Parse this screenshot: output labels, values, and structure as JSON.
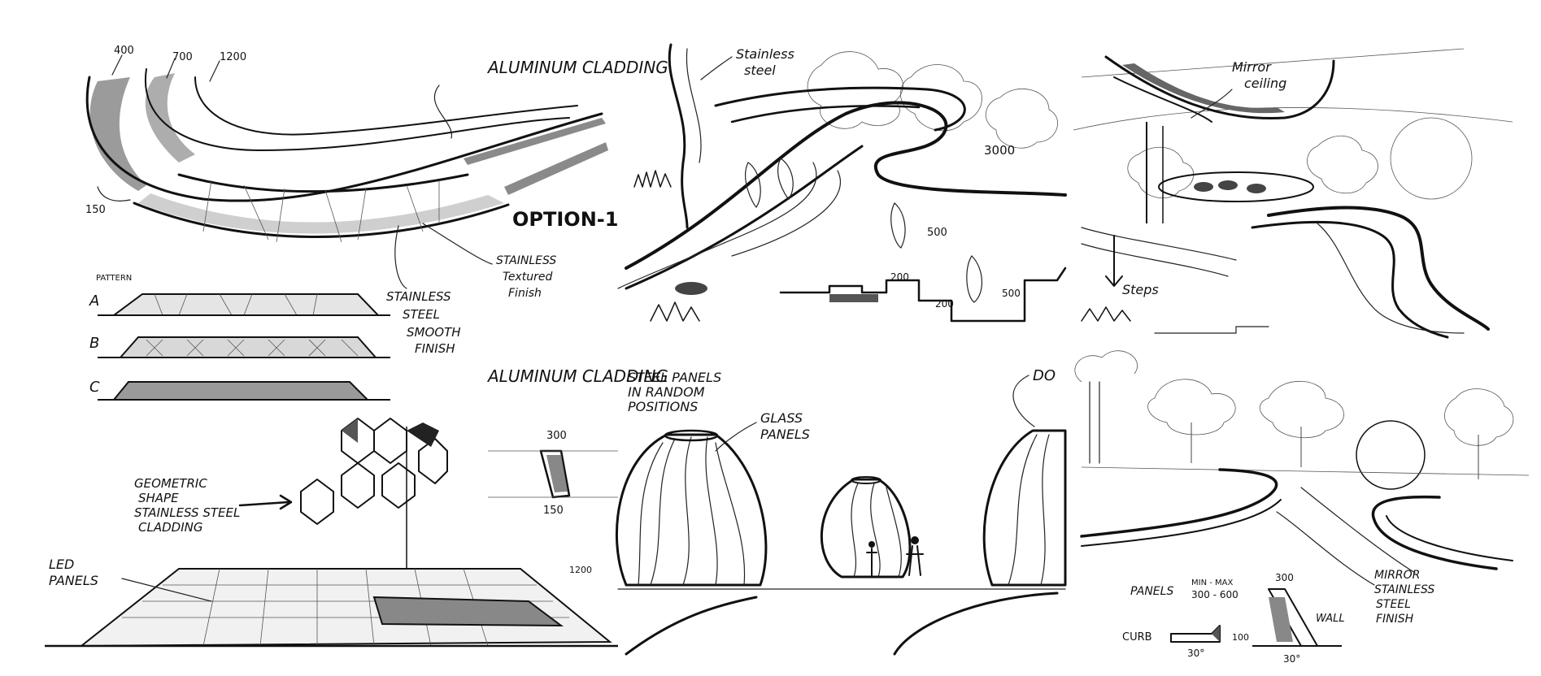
{
  "panels": {
    "cladding": {
      "label_aluminum": "ALUMINUM CLADDING",
      "dim_400": "400",
      "dim_700": "700",
      "dim_1200": "1200",
      "dim_150": "150",
      "option": "OPTION-1",
      "smooth": "STAINLESS STEEL SMOOTH FINISH",
      "textured": "STAINLESS Textured Finish",
      "pattern": "PATTERN",
      "pattern_a": "A",
      "pattern_b": "B",
      "pattern_c": "C"
    },
    "path_view": {
      "stainless": "Stainless steel",
      "dim_3000": "3000",
      "dim_500": "500",
      "dim_200a": "200",
      "dim_200b": "200",
      "dim_500b": "500"
    },
    "mirror_view": {
      "mirror_ceiling": "Mirror ceiling",
      "steps": "Steps"
    },
    "geometric": {
      "aluminum": "ALUMINUM CLADDING",
      "geometric_label": "GEOMETRIC SHAPE STAINLESS STEEL CLADDING",
      "led": "LED PANELS",
      "dim_300": "300",
      "dim_150": "150",
      "dim_1200": "1200"
    },
    "pods": {
      "steel_panels": "STEEL PANELS IN RANDOM POSITIONS",
      "glass": "GLASS PANELS",
      "door": "DO"
    },
    "park": {
      "panels": "PANELS",
      "min_max": "MIN - MAX",
      "range": "300 - 600",
      "dim_300": "300",
      "wall": "WALL",
      "mirror": "MIRROR STAINLESS STEEL FINISH",
      "curb": "CURB",
      "dim_100": "100",
      "angle1": "30°",
      "angle2": "30°"
    }
  }
}
